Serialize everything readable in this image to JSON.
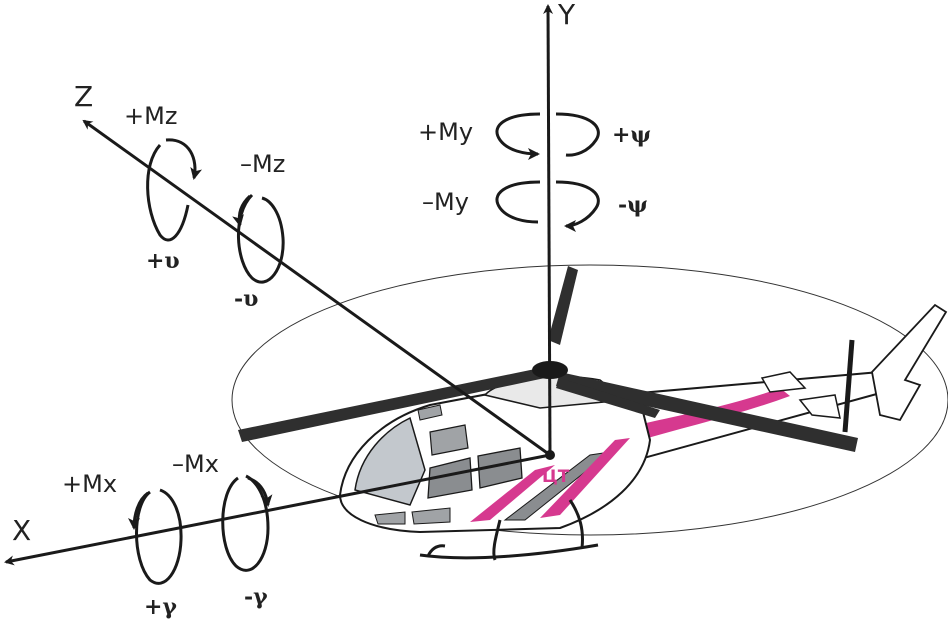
{
  "axes": {
    "x_label": "X",
    "y_label": "Y",
    "z_label": "Z"
  },
  "moments": {
    "plus_mx": "+Mx",
    "minus_mx": "–Mx",
    "plus_my": "+My",
    "minus_my": "–My",
    "plus_mz": "+Mz",
    "minus_mz": "–Mz"
  },
  "angles": {
    "plus_gamma": "+γ",
    "minus_gamma": "-γ",
    "plus_psi": "+ψ",
    "minus_psi": "-ψ",
    "plus_theta": "+υ",
    "minus_theta": "-υ"
  },
  "center_label": "ЦТ",
  "colors": {
    "line": "#1a1a1a",
    "stripe": "#d6398f",
    "glass": "#c3c8cd",
    "window_dark": "#8a8d90",
    "blade": "#2f2f2f"
  }
}
